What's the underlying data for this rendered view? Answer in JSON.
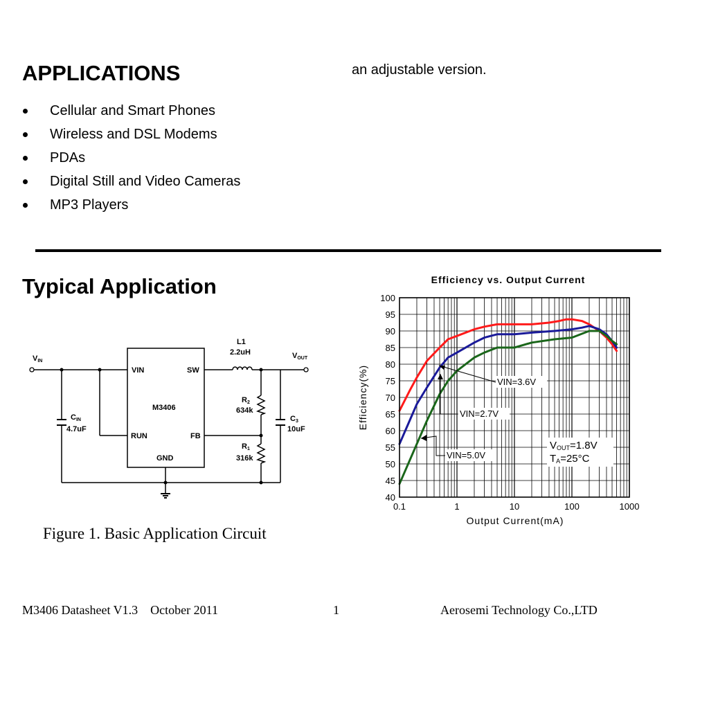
{
  "applications": {
    "title": "APPLICATIONS",
    "items": [
      "Cellular and Smart Phones",
      "Wireless and DSL Modems",
      "PDAs",
      "Digital Still and Video Cameras",
      "MP3 Players"
    ]
  },
  "right_column_text": "an adjustable version.",
  "typical_application": {
    "title": "Typical Application"
  },
  "circuit": {
    "chip": "M3406",
    "pins": {
      "vin": "VIN",
      "sw": "SW",
      "run": "RUN",
      "fb": "FB",
      "gnd": "GND"
    },
    "vin_label": {
      "main": "V",
      "sub": "IN"
    },
    "vout_label": {
      "main": "V",
      "sub": "OUT"
    },
    "inductor": {
      "name": "L1",
      "value": "2.2uH"
    },
    "cin": {
      "main": "C",
      "sub": "IN",
      "value": "4.7uF"
    },
    "r2": {
      "main": "R",
      "sub": "2",
      "value": "634k"
    },
    "r1": {
      "main": "R",
      "sub": "1",
      "value": "316k"
    },
    "c3": {
      "main": "C",
      "sub": "3",
      "value": "10uF"
    }
  },
  "figure_caption": "Figure 1. Basic Application Circuit",
  "chart_data": {
    "type": "line",
    "title": "Efficiency vs. Output Current",
    "xlabel": "Output Current(mA)",
    "ylabel": "Efficiency(%)",
    "x_scale": "log",
    "xlim": [
      0.1,
      1000
    ],
    "ylim": [
      40,
      100
    ],
    "x_ticks": [
      0.1,
      1,
      10,
      100,
      1000
    ],
    "x_tick_labels": [
      "0.1",
      "1",
      "10",
      "100",
      "1000"
    ],
    "y_ticks": [
      40,
      45,
      50,
      55,
      60,
      65,
      70,
      75,
      80,
      85,
      90,
      95,
      100
    ],
    "grid": true,
    "series": [
      {
        "name": "VIN=3.6V",
        "color": "#ff1a1a",
        "points": [
          [
            0.1,
            66
          ],
          [
            0.15,
            72
          ],
          [
            0.2,
            76
          ],
          [
            0.3,
            81
          ],
          [
            0.5,
            85
          ],
          [
            0.7,
            87.5
          ],
          [
            1,
            88.5
          ],
          [
            2,
            90.5
          ],
          [
            3,
            91.3
          ],
          [
            5,
            92
          ],
          [
            10,
            92
          ],
          [
            20,
            92
          ],
          [
            40,
            92.5
          ],
          [
            60,
            93
          ],
          [
            80,
            93.5
          ],
          [
            100,
            93.5
          ],
          [
            150,
            93
          ],
          [
            200,
            92
          ],
          [
            300,
            90
          ],
          [
            400,
            88
          ],
          [
            500,
            86
          ],
          [
            600,
            84
          ]
        ]
      },
      {
        "name": "VIN=2.7V",
        "color": "#1a1a99",
        "points": [
          [
            0.1,
            56
          ],
          [
            0.15,
            63
          ],
          [
            0.2,
            68
          ],
          [
            0.3,
            73
          ],
          [
            0.5,
            79
          ],
          [
            0.7,
            82
          ],
          [
            1,
            83.5
          ],
          [
            2,
            86.5
          ],
          [
            3,
            88
          ],
          [
            5,
            89
          ],
          [
            10,
            89
          ],
          [
            20,
            89.5
          ],
          [
            50,
            90
          ],
          [
            100,
            90.5
          ],
          [
            150,
            91
          ],
          [
            200,
            91.5
          ],
          [
            300,
            90.5
          ],
          [
            400,
            89
          ],
          [
            500,
            87
          ],
          [
            600,
            85
          ]
        ]
      },
      {
        "name": "VIN=5.0V",
        "color": "#1a661a",
        "points": [
          [
            0.1,
            44
          ],
          [
            0.15,
            51
          ],
          [
            0.2,
            56
          ],
          [
            0.3,
            63
          ],
          [
            0.5,
            71
          ],
          [
            0.7,
            75
          ],
          [
            1,
            78
          ],
          [
            2,
            82
          ],
          [
            3,
            83.5
          ],
          [
            5,
            85
          ],
          [
            10,
            85
          ],
          [
            20,
            86.5
          ],
          [
            50,
            87.5
          ],
          [
            100,
            88
          ],
          [
            200,
            90
          ],
          [
            300,
            90
          ],
          [
            400,
            88.5
          ],
          [
            500,
            87
          ],
          [
            600,
            86
          ]
        ]
      }
    ],
    "annotations": {
      "vin36": "VIN=3.6V",
      "vin27": "VIN=2.7V",
      "vin50": "VIN=5.0V",
      "vout": {
        "main": "V",
        "sub": "OUT",
        "rest": "=1.8V"
      },
      "ta": {
        "main": "T",
        "sub": "A",
        "rest": "=25°C"
      }
    }
  },
  "footer": {
    "doc": "M3406 Datasheet V1.3",
    "date": "October 2011",
    "page": "1",
    "company": "Aerosemi Technology Co.,LTD"
  }
}
